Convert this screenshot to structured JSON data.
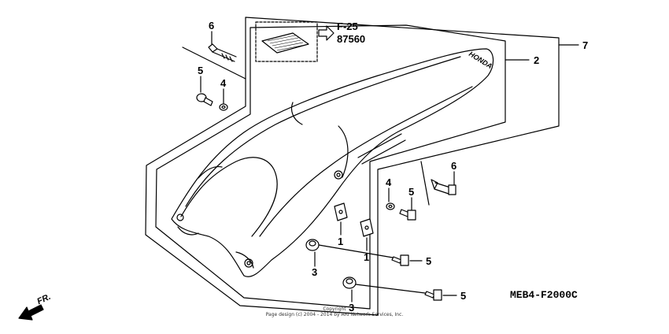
{
  "diagram": {
    "code": "MEB4-F2000C",
    "reference": {
      "section": "F-25",
      "number": "87560"
    },
    "direction": "FR.",
    "copyright": {
      "line1": "Copyright",
      "line2": "Page design (c) 2004 - 2014 by ARI Network Services, Inc."
    },
    "callouts": [
      "7",
      "2",
      "6",
      "5",
      "4",
      "6",
      "4",
      "5",
      "1",
      "1",
      "5",
      "3",
      "5",
      "3"
    ]
  }
}
